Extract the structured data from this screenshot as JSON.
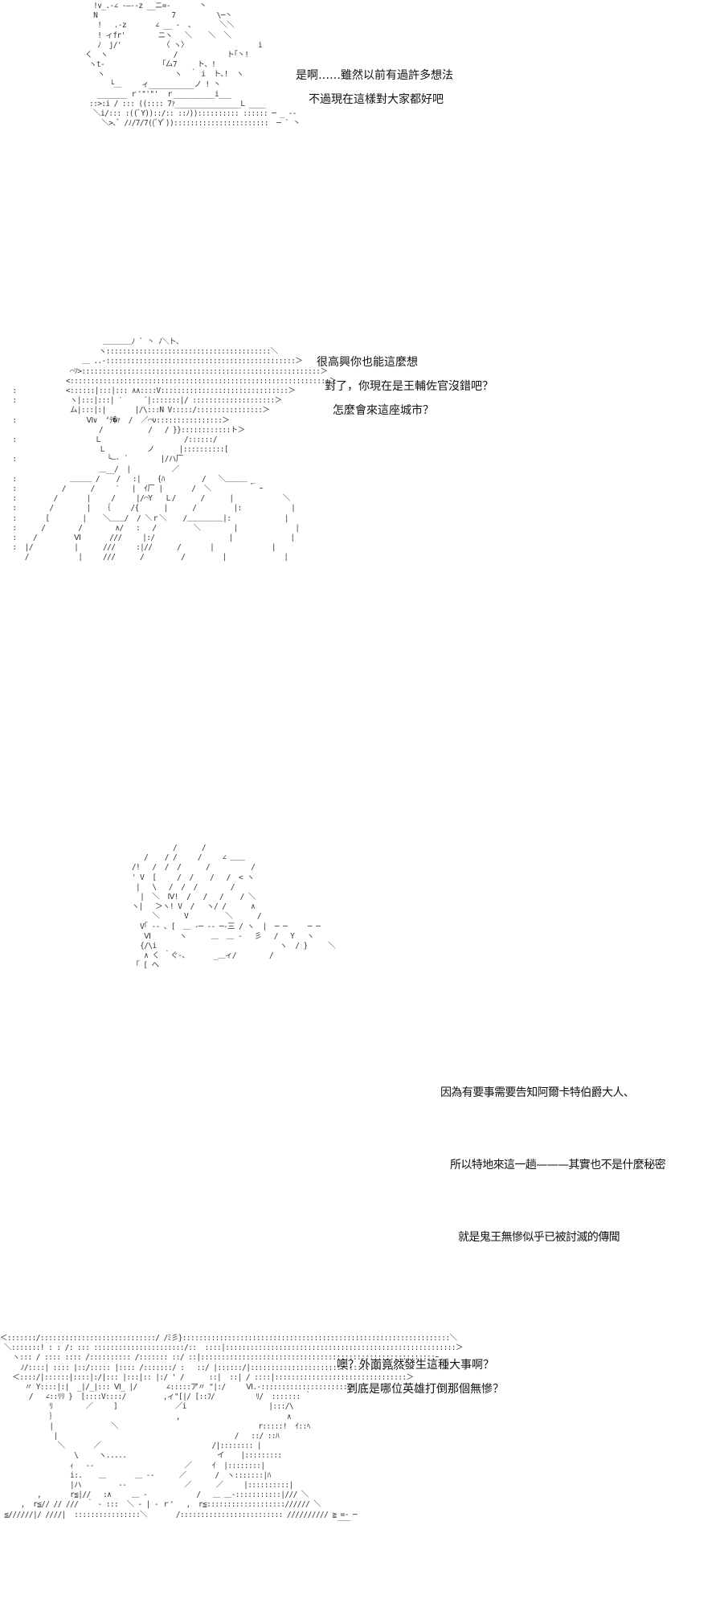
{
  "panels": [
    {
      "lines": [
        "是啊……雖然以前有過許多想法",
        "不過現在這樣對大家都好吧"
      ]
    },
    {
      "lines": [
        "很高興你也能這麼想",
        "對了，你現在是王輔佐官沒錯吧？",
        "怎麼會來這座城市？"
      ]
    },
    {
      "lines": [
        "因為有要事需要告知阿爾卡特伯爵大人、",
        "所以特地來這一趟———其實也不是什麼秘密",
        "就是鬼王無慘似乎已被討滅的傳聞"
      ]
    },
    {
      "lines": [
        "噢？外面竟然發生這種大事啊？",
        "到底是哪位英雄打倒那個無慘？"
      ]
    }
  ]
}
